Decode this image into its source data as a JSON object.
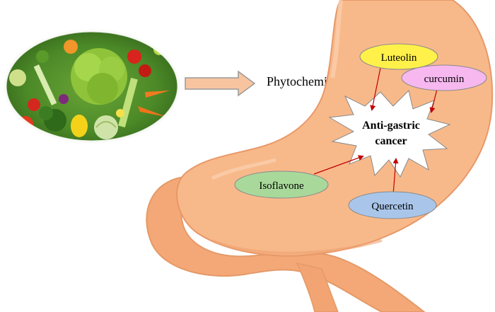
{
  "diagram": {
    "source_label": "Phytochemicals",
    "center_label_line1": "Anti-gastric",
    "center_label_line2": "cancer",
    "compounds": {
      "luteolin": "Luteolin",
      "curcumin": "curcumin",
      "isoflavone": "Isoflavone",
      "quercetin": "Quercetin"
    }
  },
  "colors": {
    "stomach_fill": "#f8b98a",
    "stomach_stroke": "#e89868",
    "arrow_fill": "#f8c4a0",
    "pointer_arrow": "#c00000",
    "luteolin_fill": "#fff04a",
    "curcumin_fill": "#f6b8ef",
    "isoflavone_fill": "#a8d99a",
    "quercetin_fill": "#a9c6ea",
    "starburst_fill": "#ffffff"
  },
  "icons": {
    "vegetables": "vegetables-image",
    "stomach": "stomach-illustration",
    "flow_arrow": "block-arrow-right"
  }
}
